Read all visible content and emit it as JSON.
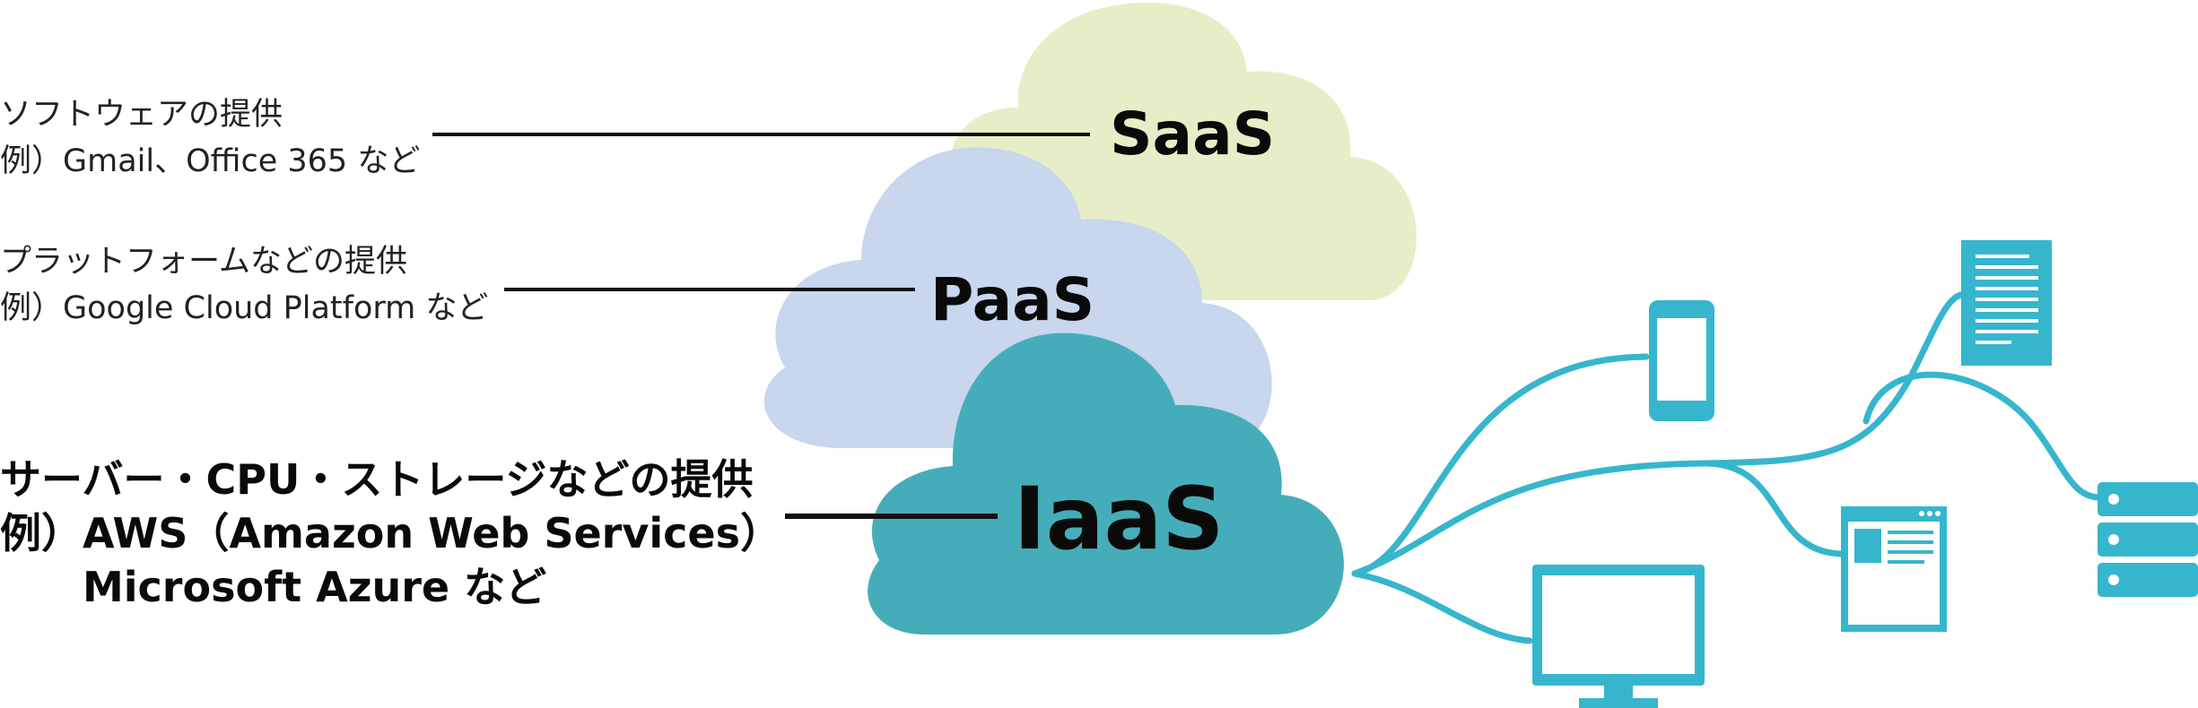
{
  "layers": {
    "saas": {
      "label": "SaaS",
      "line1": "ソフトウェアの提供",
      "line2": "例）Gmail、Office 365 など",
      "cloud_color": "#e5eec7"
    },
    "paas": {
      "label": "PaaS",
      "line1": "プラットフォームなどの提供",
      "line2": "例）Google Cloud Platform など",
      "cloud_color": "#c8d6ee"
    },
    "iaas": {
      "label": "IaaS",
      "line1": "サーバー・CPU・ストレージなどの提供",
      "line2": "例）AWS（Amazon Web Services）",
      "line3": "Microsoft Azure など",
      "cloud_color": "#45adba"
    }
  },
  "devices": [
    "smartphone-icon",
    "desktop-monitor-icon",
    "document-icon",
    "browser-window-icon",
    "server-rack-icon"
  ],
  "accent_color": "#36b6cd"
}
